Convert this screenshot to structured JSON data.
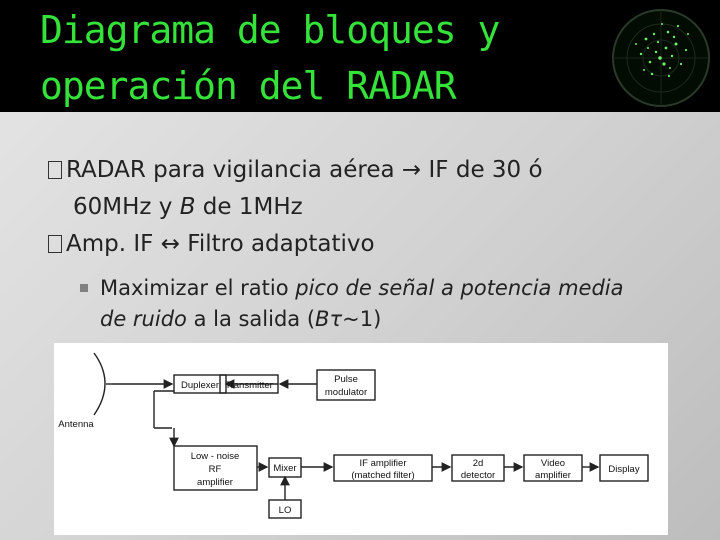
{
  "slide": {
    "title_line_1": "Diagrama de bloques y",
    "title_line_2": "operación del RADAR",
    "accent_color": "#35e23a",
    "bullet1": {
      "part1": "RADAR para vigilancia aérea ",
      "arrow": "→",
      "part2": " IF de 30 ó",
      "line2_pre": "60MHz y ",
      "line2_italic": "B",
      "line2_post": " de 1MHz"
    },
    "bullet2": {
      "pre": "Amp. IF ",
      "arrow": "↔",
      "post": " Filtro adaptativo"
    },
    "sub_bullet": {
      "pre": "Maximizar el ratio ",
      "italic1": "pico de señal a potencia media",
      "italic2": "de ruido",
      "mid": " a la salida (",
      "italic3": "Bτ",
      "post": "~1)"
    }
  },
  "diagram": {
    "blocks": {
      "duplexer": "Duplexer",
      "transmitter": "Transmitter",
      "pulse_modulator_1": "Pulse",
      "pulse_modulator_2": "modulator",
      "lna_1": "Low - noise",
      "lna_2": "RF",
      "lna_3": "amplifier",
      "mixer": "Mixer",
      "lo": "LO",
      "if_amp_1": "IF amplifier",
      "if_amp_2": "(matched filter)",
      "detector_1": "2d",
      "detector_2": "detector",
      "video_1": "Video",
      "video_2": "amplifier",
      "display": "Display"
    },
    "antenna_label": "Antenna"
  }
}
